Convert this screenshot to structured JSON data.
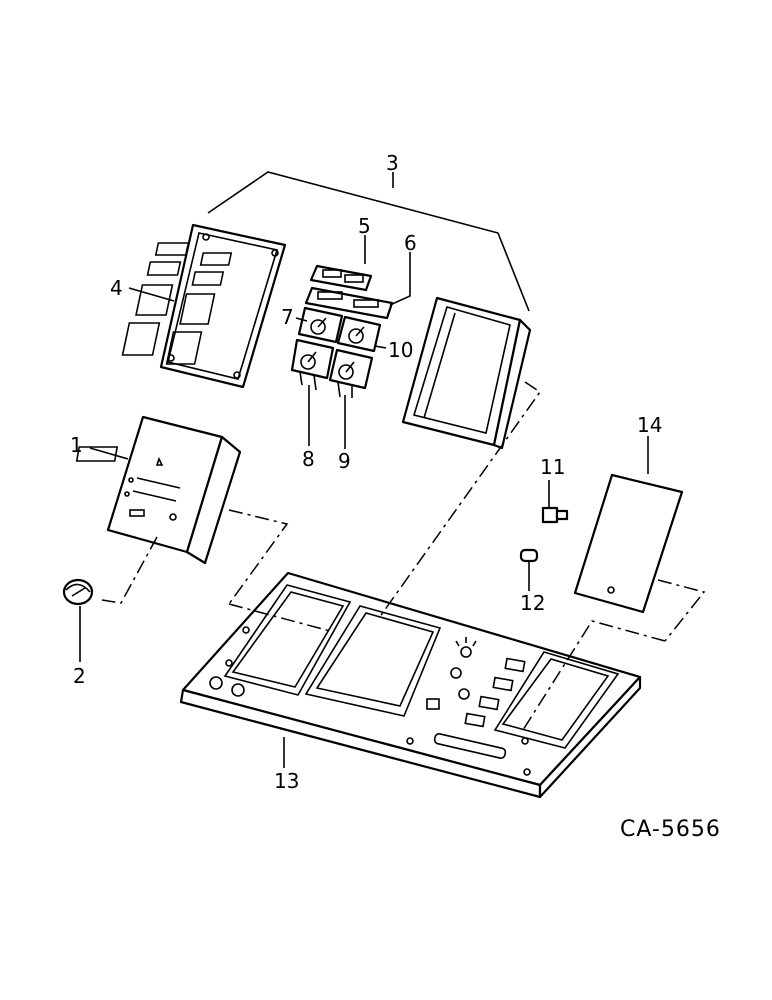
{
  "diagram": {
    "callouts": [
      "1",
      "2",
      "3",
      "4",
      "5",
      "6",
      "7",
      "8",
      "9",
      "10",
      "11",
      "12",
      "13",
      "14"
    ],
    "drawing_code": "CA-5656"
  }
}
